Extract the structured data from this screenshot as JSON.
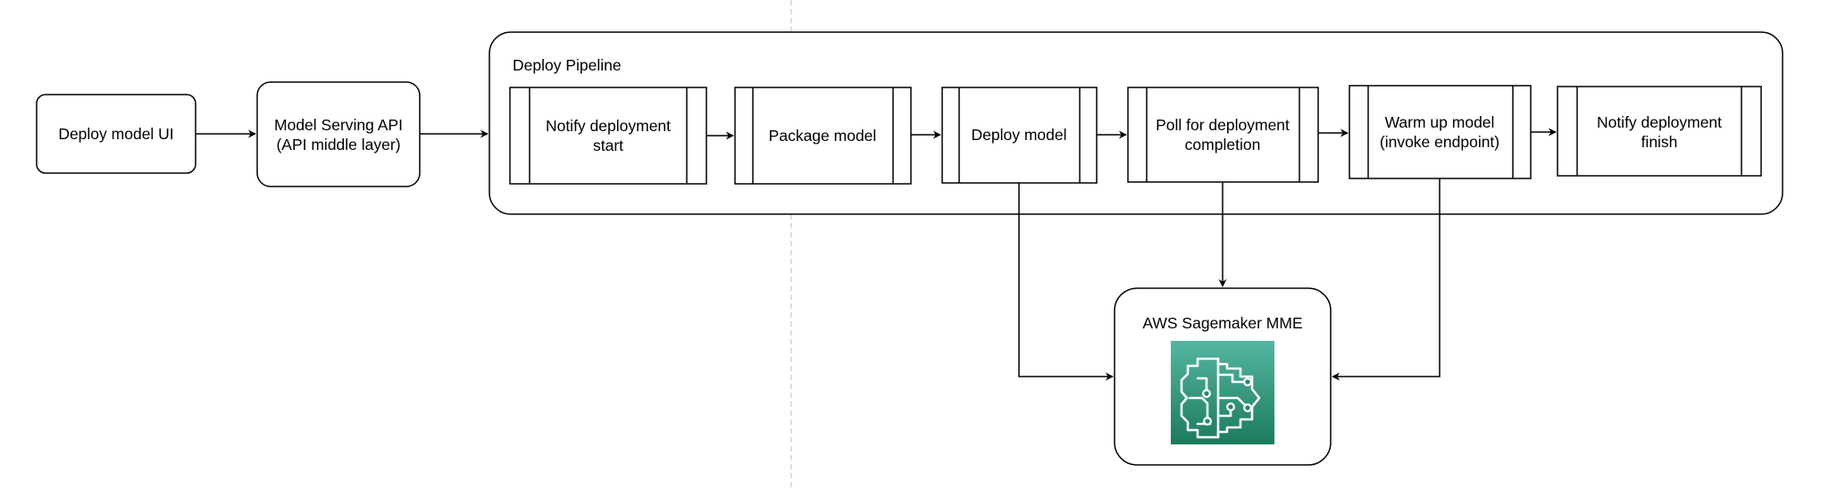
{
  "ui_box": {
    "label": "Deploy model UI"
  },
  "api_box": {
    "lines": [
      "Model Serving API",
      "(API middle layer)"
    ]
  },
  "pipeline": {
    "title": "Deploy Pipeline",
    "steps": [
      {
        "lines": [
          "Notify deployment",
          "start"
        ]
      },
      {
        "lines": [
          "Package model"
        ]
      },
      {
        "lines": [
          "Deploy model"
        ]
      },
      {
        "lines": [
          "Poll for deployment",
          "completion"
        ]
      },
      {
        "lines": [
          "Warm up model",
          "(invoke endpoint)"
        ]
      },
      {
        "lines": [
          "Notify deployment",
          "finish"
        ]
      }
    ]
  },
  "sagemaker": {
    "label": "AWS Sagemaker MME",
    "icon": "sagemaker-brain-icon",
    "icon_colors": [
      "#55b6a0",
      "#1b7b5e"
    ]
  }
}
